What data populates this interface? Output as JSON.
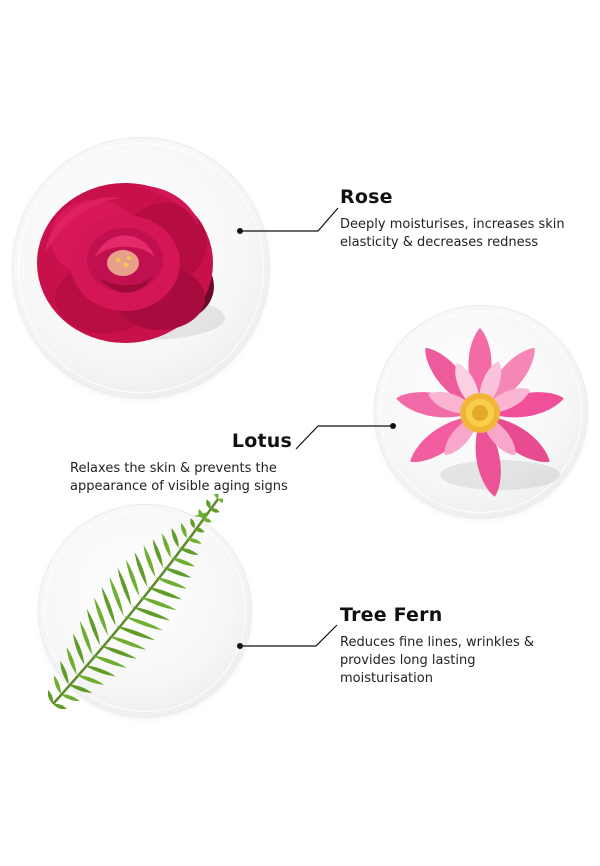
{
  "ingredients": [
    {
      "name": "Rose",
      "description_line1": "Deeply moisturises, increases skin",
      "description_line2": "elasticity & decreases redness",
      "image": "rose-flower-image"
    },
    {
      "name": "Lotus",
      "description_line1": "Relaxes the skin & prevents the",
      "description_line2": "appearance of visible aging signs",
      "image": "lotus-flower-image"
    },
    {
      "name": "Tree Fern",
      "description_line1": "Reduces fine lines, wrinkles &",
      "description_line2": "provides long lasting",
      "description_line3": "moisturisation",
      "image": "fern-leaf-image"
    }
  ],
  "colors": {
    "background": "#ffffff",
    "text": "#111111",
    "rose": "#c8104a",
    "lotus": "#f0509a",
    "fern": "#5a9a2a"
  }
}
